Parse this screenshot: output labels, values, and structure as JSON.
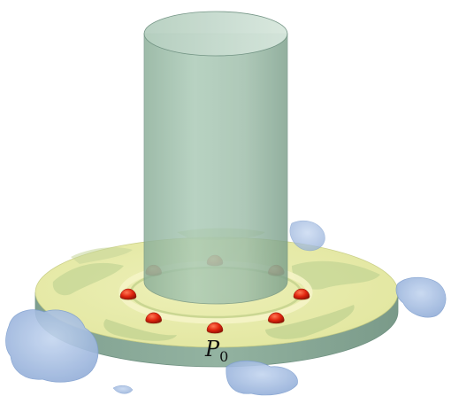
{
  "figure": {
    "point_label": "P",
    "point_label_subscript": "0"
  },
  "colors": {
    "cylinder_fill": "#9cbfa9",
    "cylinder_light": "#cfe4d6",
    "cylinder_dark": "#7fa58e",
    "plate_top": "#e6eaa0",
    "plate_side": "#86a894",
    "plate_edge_dark": "#6f9181",
    "splash_blue": "#a9c3e8",
    "splash_blue_dark": "#7f9fcf",
    "deposit": "#cfd79a",
    "marker_red": "#e0250e",
    "marker_dark": "#8e1206"
  },
  "markers": {
    "count": 8,
    "highlighted_index": 0
  }
}
